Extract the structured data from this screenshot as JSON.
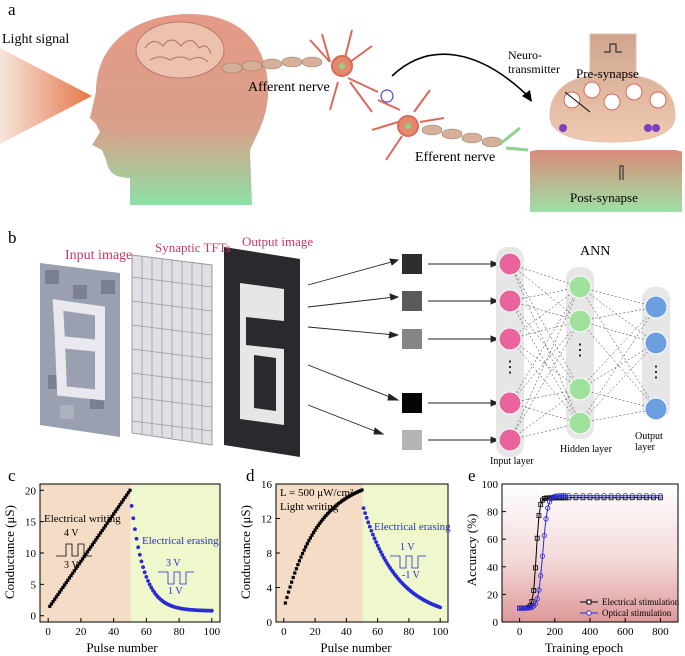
{
  "panel_a": {
    "letter": "a",
    "light_signal": "Light signal",
    "afferent": "Afferent nerve",
    "efferent": "Efferent nerve",
    "neuro1": "Neuro-",
    "neuro2": "transmitter",
    "pre": "Pre-synapse",
    "post": "Post-synapse"
  },
  "panel_b": {
    "letter": "b",
    "input_image": "Input image",
    "synaptic_tfts": "Synaptic TFTs",
    "output_image": "Output image",
    "ann": "ANN",
    "input_layer": "Input layer",
    "hidden_layer": "Hidden layer",
    "output_layer": "Output layer",
    "ellipsis": "⋮",
    "pixel_colors": [
      "#2e2e2e",
      "#5a5a5a",
      "#858585",
      "#050505",
      "#b4b4b4"
    ]
  },
  "colors": {
    "writing_bg": "#f5dcc6",
    "erasing_bg": "#eef8cc",
    "erase_marker": "#2b2bd6",
    "accent_pink": "#e8649a",
    "accent_green": "#9ee29e",
    "accent_blue": "#6c9fe0"
  },
  "chart_data": [
    {
      "id": "c",
      "letter": "c",
      "type": "scatter",
      "xlabel": "Pulse number",
      "ylabel": "Conductance (μS)",
      "xlim": [
        -5,
        105
      ],
      "ylim": [
        -1,
        21
      ],
      "xticks": [
        0,
        20,
        40,
        60,
        80,
        100
      ],
      "yticks": [
        0,
        5,
        10,
        15,
        20
      ],
      "annotations": {
        "writing": "Electrical writing",
        "erasing": "Electrical erasing",
        "w_v1": "4 V",
        "w_v2": "3 V",
        "e_v1": "3 V",
        "e_v2": "1 V"
      },
      "series": [
        {
          "phase": "writing",
          "model": "linear",
          "x_start": 1,
          "x_end": 50,
          "y_start": 1.5,
          "y_end": 20.0
        },
        {
          "phase": "erasing",
          "model": "exp_decay",
          "x_start": 51,
          "x_end": 100,
          "y_start": 17.5,
          "y_end": 0.8,
          "tau": 8
        }
      ]
    },
    {
      "id": "d",
      "letter": "d",
      "type": "scatter",
      "xlabel": "Pulse number",
      "ylabel": "Conductance (μS)",
      "xlim": [
        -5,
        105
      ],
      "ylim": [
        0,
        16
      ],
      "xticks": [
        0,
        20,
        40,
        60,
        80,
        100
      ],
      "yticks": [
        0,
        4,
        8,
        12,
        16
      ],
      "annotations": {
        "writing_l1": "L = 500 μW/cm²",
        "writing_l2": "Light writing",
        "erasing": "Electrical erasing",
        "e_v1": "1 V",
        "e_v2": "-1 V"
      },
      "series": [
        {
          "phase": "writing",
          "model": "saturating",
          "x_start": 1,
          "x_end": 50,
          "y_start": 2.2,
          "y_end": 15.3
        },
        {
          "phase": "erasing",
          "model": "exp_decay",
          "x_start": 51,
          "x_end": 100,
          "y_start": 13.2,
          "y_end": 1.7,
          "tau": 22
        }
      ]
    },
    {
      "id": "e",
      "letter": "e",
      "type": "line",
      "xlabel": "Training epoch",
      "ylabel": "Accuracy (%)",
      "xlim": [
        -100,
        900
      ],
      "ylim": [
        0,
        100
      ],
      "xticks": [
        0,
        200,
        400,
        600,
        800
      ],
      "yticks": [
        0,
        20,
        40,
        60,
        80,
        100
      ],
      "legend_position": "bottom-right",
      "series": [
        {
          "name": "Electrical stimulation",
          "color": "#000000",
          "marker": "hollow-square",
          "lo": 10,
          "hi": 90,
          "x_mid": 95,
          "k": 0.11
        },
        {
          "name": "Optical stimulation",
          "color": "#2b2bd6",
          "marker": "hollow-circle",
          "lo": 10,
          "hi": 91.5,
          "x_mid": 132,
          "k": 0.075
        }
      ]
    }
  ]
}
